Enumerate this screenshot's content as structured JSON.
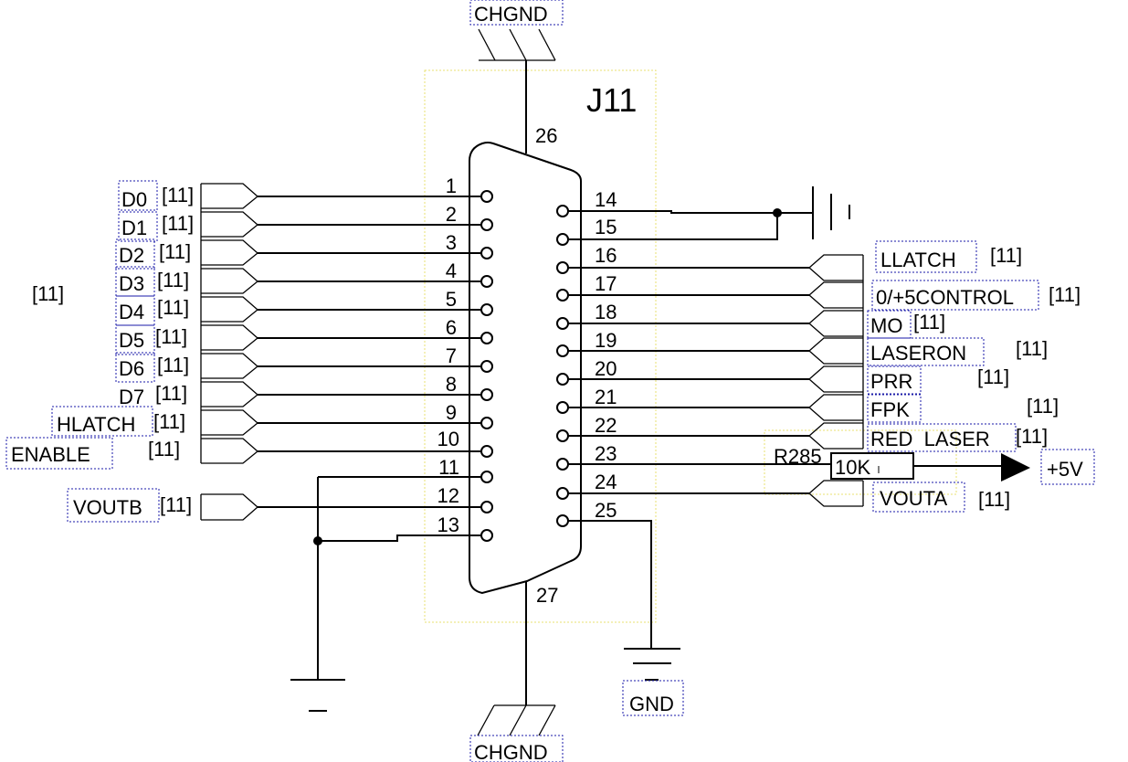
{
  "connector": {
    "ref": "J11",
    "shell_top_pin": "26",
    "shell_bottom_pin": "27",
    "left_pins": [
      "1",
      "2",
      "3",
      "4",
      "5",
      "6",
      "7",
      "8",
      "9",
      "10",
      "11",
      "12",
      "13"
    ],
    "right_pins": [
      "14",
      "15",
      "16",
      "17",
      "18",
      "19",
      "20",
      "21",
      "22",
      "23",
      "24",
      "25"
    ]
  },
  "nets": {
    "chgnd_top": "CHGND",
    "chgnd_bottom": "CHGND",
    "gnd": "GND",
    "plus5v": "+5V"
  },
  "left_signals": [
    {
      "name": "D0",
      "ref": "[11]"
    },
    {
      "name": "D1",
      "ref": "[11]"
    },
    {
      "name": "D2",
      "ref": "[11]"
    },
    {
      "name": "D3",
      "ref": "[11]"
    },
    {
      "name": "D4",
      "ref": "[11]"
    },
    {
      "name": "D5",
      "ref": "[11]"
    },
    {
      "name": "D6",
      "ref": "[11]"
    },
    {
      "name": "D7",
      "ref": "[11]"
    },
    {
      "name": "HLATCH",
      "ref": "[11]"
    },
    {
      "name": "ENABLE",
      "ref": "[11]"
    },
    {
      "name": "VOUTB",
      "ref": "[11]"
    }
  ],
  "right_signals": [
    {
      "name": "LLATCH",
      "ref": "[11]"
    },
    {
      "name": "0/+5CONTROL",
      "ref": "[11]"
    },
    {
      "name": "MO",
      "ref": "[11]"
    },
    {
      "name": "LASERON",
      "ref": "[11]"
    },
    {
      "name": "PRR",
      "ref": "[11]"
    },
    {
      "name": "FPK",
      "ref": "[11]"
    },
    {
      "name": "RED  LASER",
      "ref": "[11]"
    },
    {
      "name": "VOUTA",
      "ref": "[11]"
    }
  ],
  "stray_ref": "[11]",
  "resistor": {
    "ref": "R285",
    "value": "10K"
  }
}
